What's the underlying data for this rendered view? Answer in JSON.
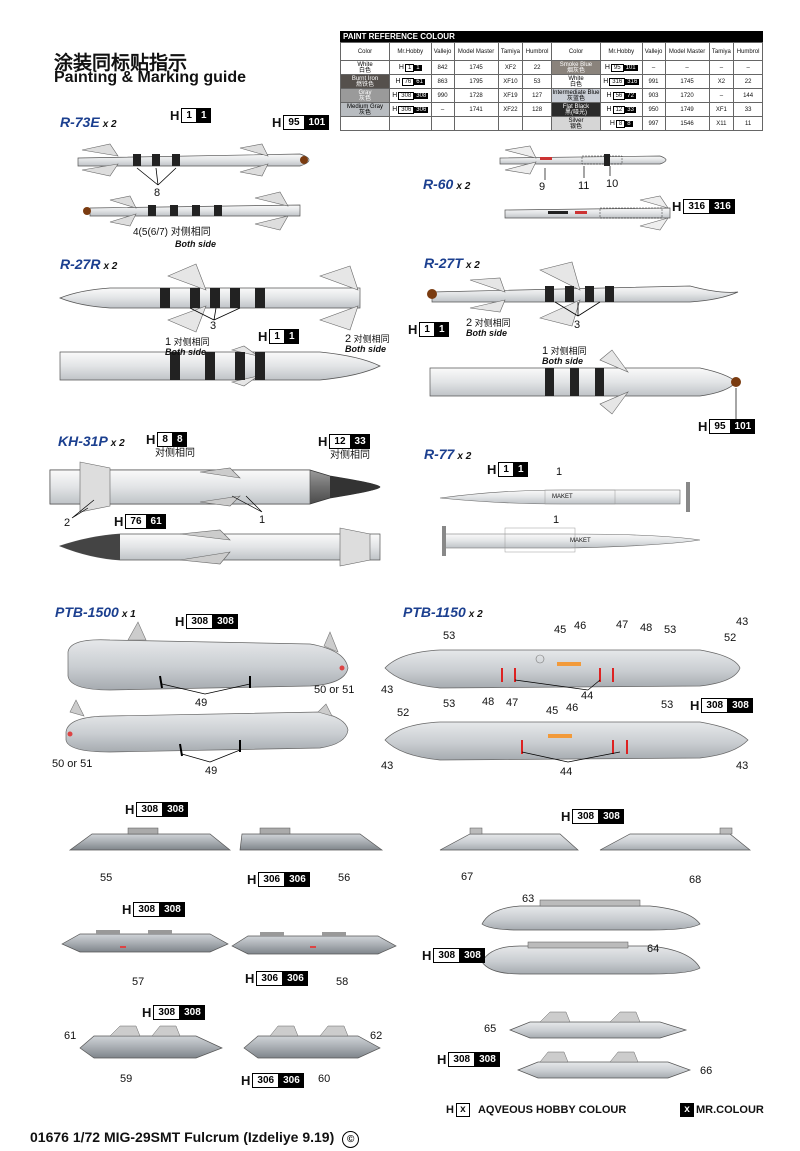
{
  "header": {
    "title_cn": "涂装同标贴指示",
    "title_en": "Painting & Marking guide"
  },
  "paint_table": {
    "title": "PAINT  REFERENCE COLOUR",
    "columns": [
      "Color",
      "Mr.Hobby",
      "Vallejo",
      "Model Master",
      "Tamiya",
      "Humbrol"
    ],
    "left_rows": [
      {
        "name": "White",
        "cn": "白色",
        "swatch": "#ffffff",
        "h": "1",
        "c": "1",
        "vallejo": "842",
        "mm": "1745",
        "tamiya": "XF2",
        "humbrol": "22"
      },
      {
        "name": "Burnt Iron",
        "cn": "燃铁色",
        "swatch": "#55504c",
        "h": "76",
        "c": "61",
        "vallejo": "863",
        "mm": "1795",
        "tamiya": "XF10",
        "humbrol": "53"
      },
      {
        "name": "Gray",
        "cn": "灰色",
        "swatch": "#9a9a9a",
        "h": "308",
        "c": "308",
        "vallejo": "990",
        "mm": "1728",
        "tamiya": "XF19",
        "humbrol": "127"
      },
      {
        "name": "Medium Gray",
        "cn": "灰色",
        "swatch": "#b8bcc0",
        "h": "306",
        "c": "306",
        "vallejo": "–",
        "mm": "1741",
        "tamiya": "XF22",
        "humbrol": "128"
      }
    ],
    "right_rows": [
      {
        "name": "Smoke Blue",
        "cn": "烟灰色",
        "swatch": "#8a837c",
        "h": "95",
        "c": "101",
        "vallejo": "–",
        "mm": "–",
        "tamiya": "–",
        "humbrol": "–"
      },
      {
        "name": "White",
        "cn": "白色",
        "swatch": "#ffffff",
        "h": "316",
        "c": "316",
        "vallejo": "991",
        "mm": "1745",
        "tamiya": "X2",
        "humbrol": "22"
      },
      {
        "name": "Intermediate Blue",
        "cn": "灰蓝色",
        "swatch": "#c9ced6",
        "h": "56",
        "c": "72",
        "vallejo": "903",
        "mm": "1720",
        "tamiya": "–",
        "humbrol": "144"
      },
      {
        "name": "Flat Black",
        "cn": "黑(哑光)",
        "swatch": "#2a2a2a",
        "h": "12",
        "c": "33",
        "vallejo": "950",
        "mm": "1749",
        "tamiya": "XF1",
        "humbrol": "33"
      },
      {
        "name": "Silver",
        "cn": "银色",
        "swatch": "#d6d6d6",
        "h": "8",
        "c": "8",
        "vallejo": "997",
        "mm": "1546",
        "tamiya": "X11",
        "humbrol": "11"
      }
    ]
  },
  "weapons": {
    "r73e": {
      "name": "R-73E",
      "count": "x 2",
      "code1": {
        "h": "1",
        "c": "1"
      },
      "code2": {
        "h": "95",
        "c": "101"
      },
      "label8": "8",
      "note": "4(5(6/7)",
      "note_cn": "对侧相同",
      "note_en": "Both side"
    },
    "r60": {
      "name": "R-60",
      "count": "x 2",
      "n9": "9",
      "n11": "11",
      "n10": "10",
      "code": {
        "h": "316",
        "c": "316"
      }
    },
    "r27r": {
      "name": "R-27R",
      "count": "x 2",
      "n3": "3",
      "code": {
        "h": "1",
        "c": "1"
      },
      "n1": "1",
      "n2": "2",
      "cn": "对侧相同",
      "en": "Both side"
    },
    "r27t": {
      "name": "R-27T",
      "count": "x 2",
      "n3": "3",
      "code1": {
        "h": "1",
        "c": "1"
      },
      "code2": {
        "h": "95",
        "c": "101"
      },
      "n1": "1",
      "n2": "2",
      "cn": "对侧相同",
      "en": "Both side"
    },
    "kh31p": {
      "name": "KH-31P",
      "count": "x 2",
      "code1": {
        "h": "8",
        "c": "8"
      },
      "code2": {
        "h": "12",
        "c": "33"
      },
      "code3": {
        "h": "76",
        "c": "61"
      },
      "n1": "1",
      "n2": "2",
      "cn": "对侧相同"
    },
    "r77": {
      "name": "R-77",
      "count": "x 2",
      "code": {
        "h": "1",
        "c": "1"
      },
      "n1": "1",
      "marking": "MAKET"
    },
    "ptb1500": {
      "name": "PTB-1500",
      "count": "x 1",
      "code": {
        "h": "308",
        "c": "308"
      },
      "n49": "49",
      "n5051": "50 or 51"
    },
    "ptb1150": {
      "name": "PTB-1150",
      "count": "x 2",
      "code": {
        "h": "308",
        "c": "308"
      },
      "labels": {
        "n43": "43",
        "n44": "44",
        "n45": "45",
        "n46": "46",
        "n47": "47",
        "n48": "48",
        "n52": "52",
        "n53": "53"
      }
    },
    "pylons": {
      "code308": {
        "h": "308",
        "c": "308"
      },
      "code306": {
        "h": "306",
        "c": "306"
      },
      "n55": "55",
      "n56": "56",
      "n57": "57",
      "n58": "58",
      "n59": "59",
      "n60": "60",
      "n61": "61",
      "n62": "62",
      "n63": "63",
      "n64": "64",
      "n65": "65",
      "n66": "66",
      "n67": "67",
      "n68": "68"
    }
  },
  "legend": {
    "h_letter": "H",
    "x_letter": "x",
    "aqueous": "AQVEOUS HOBBY COLOUR",
    "mr": "MR.COLOUR"
  },
  "footer": {
    "text": "01676 1/72 MIG-29SMT Fulcrum (Izdeliye 9.19)",
    "copyright": "©"
  }
}
